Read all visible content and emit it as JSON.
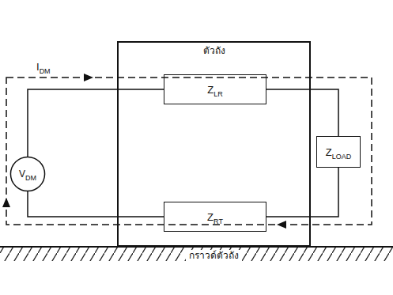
{
  "diagram": {
    "nodes": [
      {
        "text": [
          "ตัวถัง"
        ]
      },
      {
        "text": [
          "Z",
          "LR"
        ],
        "in": 0
      },
      {
        "text": [
          "V",
          "DM"
        ]
      },
      {
        "text": [
          "Z",
          "LOAD"
        ]
      },
      {
        "text": [
          "Z",
          "RT"
        ],
        "in": 0
      }
    ],
    "edges": [
      {
        "from": 2,
        "to": 1,
        "arrow": "none"
      },
      {
        "from": 1,
        "to": 3,
        "arrow": "none"
      },
      {
        "from": 3,
        "to": 4,
        "arrow": "none"
      },
      {
        "from": 4,
        "to": 2,
        "arrow": "none"
      }
    ],
    "labels": [
      "I",
      "DM",
      "กราวด์ตัวถัง"
    ]
  }
}
